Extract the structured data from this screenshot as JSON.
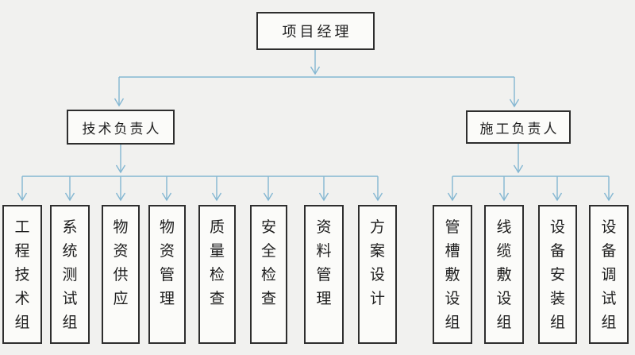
{
  "palette": {
    "background": "#f1f1ef",
    "box_fill": "#fbfbf9",
    "box_border": "#2e2e2e",
    "connector": "#84b7d2",
    "arrowhead": "#5f90b0",
    "text": "#1e1e1e"
  },
  "org": {
    "root": {
      "label": "项目经理"
    },
    "branches": [
      {
        "label": "技术负责人",
        "children": [
          "工程技术组",
          "系统测试组",
          "物资供应",
          "物资管理",
          "质量检查",
          "安全检查",
          "资料管理",
          "方案设计"
        ]
      },
      {
        "label": "施工负责人",
        "children": [
          "管槽敷设组",
          "线缆敷设组",
          "设备安装组",
          "设备调试组"
        ]
      }
    ]
  }
}
